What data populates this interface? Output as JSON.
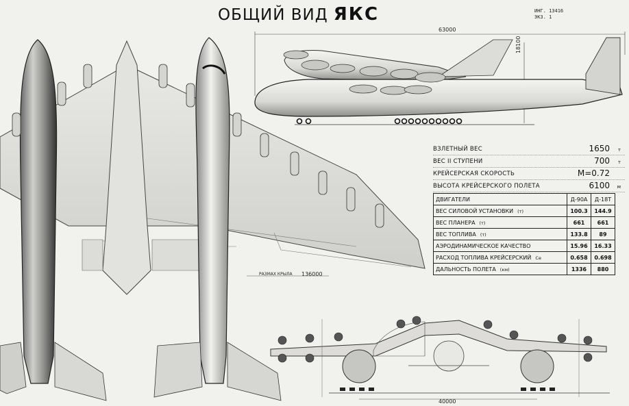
{
  "title": {
    "prefix": "ОБЩИЙ ВИД",
    "name": "ЯКС"
  },
  "doc_ref": {
    "line1": "ИНГ. 13416",
    "line2": "ЭКЗ. 1"
  },
  "dimensions": {
    "length": "63000",
    "height": "18100",
    "span_label": "РАЗМАХ КРЫЛА",
    "span": "136000",
    "track": "40000"
  },
  "specs": [
    {
      "label": "ВЗЛЕТНЫЙ ВЕС",
      "value": "1650",
      "unit": "т"
    },
    {
      "label": "ВЕС II СТУПЕНИ",
      "value": "700",
      "unit": "т"
    },
    {
      "label": "КРЕЙСЕРСКАЯ СКОРОСТЬ",
      "value": "M=0.72",
      "unit": ""
    },
    {
      "label": "ВЫСОТА КРЕЙСЕРСКОГО ПОЛЕТА",
      "value": "6100",
      "unit": "м"
    }
  ],
  "engine_table": {
    "header": {
      "label": "ДВИГАТЕЛИ",
      "col1": "Д-90А",
      "col2": "Д-18Т"
    },
    "rows": [
      {
        "label": "ВЕС СИЛОВОЙ УСТАНОВКИ",
        "unit": "(т)",
        "v1": "100.3",
        "v2": "144.9"
      },
      {
        "label": "ВЕС ПЛАНЕРА",
        "unit": "(т)",
        "v1": "661",
        "v2": "661"
      },
      {
        "label": "ВЕС ТОПЛИВА",
        "unit": "(т)",
        "v1": "133.8",
        "v2": "89"
      },
      {
        "label": "АЭРОДИНАМИЧЕСКОЕ КАЧЕСТВО",
        "unit": "",
        "v1": "15.96",
        "v2": "16.33"
      },
      {
        "label": "РАСХОД ТОПЛИВА КРЕЙСЕРСКИЙ",
        "unit": "Сe",
        "v1": "0.658",
        "v2": "0.698"
      },
      {
        "label": "ДАЛЬНОСТЬ ПОЛЕТА",
        "unit": "(км)",
        "v1": "1336",
        "v2": "880"
      }
    ]
  }
}
